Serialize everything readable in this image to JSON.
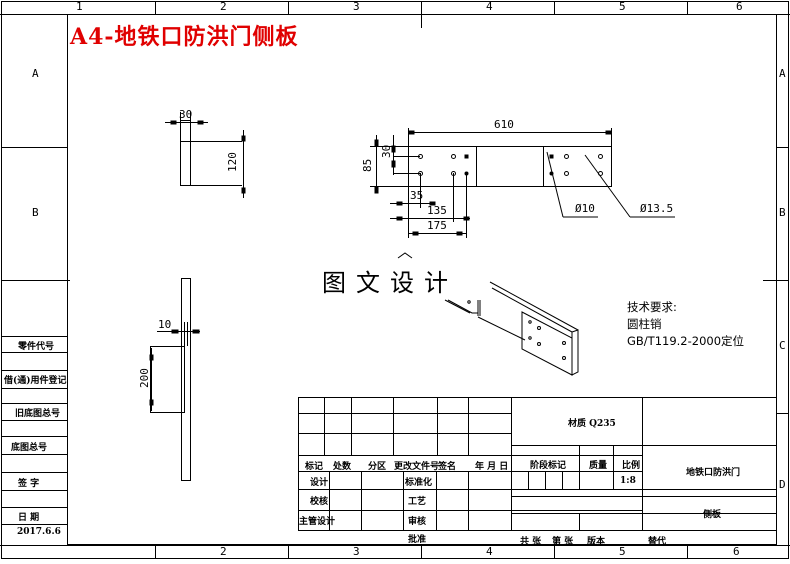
{
  "title": "A4-地铁口防洪门侧板",
  "watermark": "图文设计",
  "border": {
    "columns": [
      "1",
      "2",
      "3",
      "4",
      "5",
      "6"
    ],
    "rows": [
      "A",
      "B",
      "C",
      "D"
    ]
  },
  "views": {
    "side_top": {
      "width_dim": "30",
      "height_dim": "120"
    },
    "front": {
      "length_dim": "610",
      "height_dim": "85",
      "hole_spacing_dim": "30",
      "offset1_dim": "35",
      "offset2_dim": "135",
      "offset3_dim": "175",
      "hole_small": "Ø10",
      "hole_large": "Ø13.5"
    },
    "side_left": {
      "thickness_dim": "10",
      "height_dim": "200"
    }
  },
  "technical_requirements": {
    "heading": "技术要求:",
    "line1": "圆柱销",
    "line2": "GB/T119.2-2000定位"
  },
  "left_strip": {
    "labels": [
      "零件代号",
      "借(通)用件登记",
      "旧底图总号",
      "底图总号",
      "签 字",
      "日 期"
    ],
    "date": "2017.6.6"
  },
  "title_block": {
    "revision_headers": [
      "标记",
      "处数",
      "分区",
      "更改文件号",
      "签名",
      "年 月 日"
    ],
    "sign_rows": [
      "设计",
      "校核",
      "主管设计",
      ""
    ],
    "sign_rows_right": [
      "标准化",
      "工艺",
      "审核",
      "批准"
    ],
    "material": "材质 Q235",
    "stage_header": "阶段标记",
    "mass_header": "质量",
    "scale_header": "比例",
    "scale_value": "1:8",
    "drawing_name": "地铁口防洪门",
    "part_name": "侧板",
    "sheet_info": [
      "共 张",
      "第 张",
      "版本"
    ],
    "replace": "替代"
  }
}
